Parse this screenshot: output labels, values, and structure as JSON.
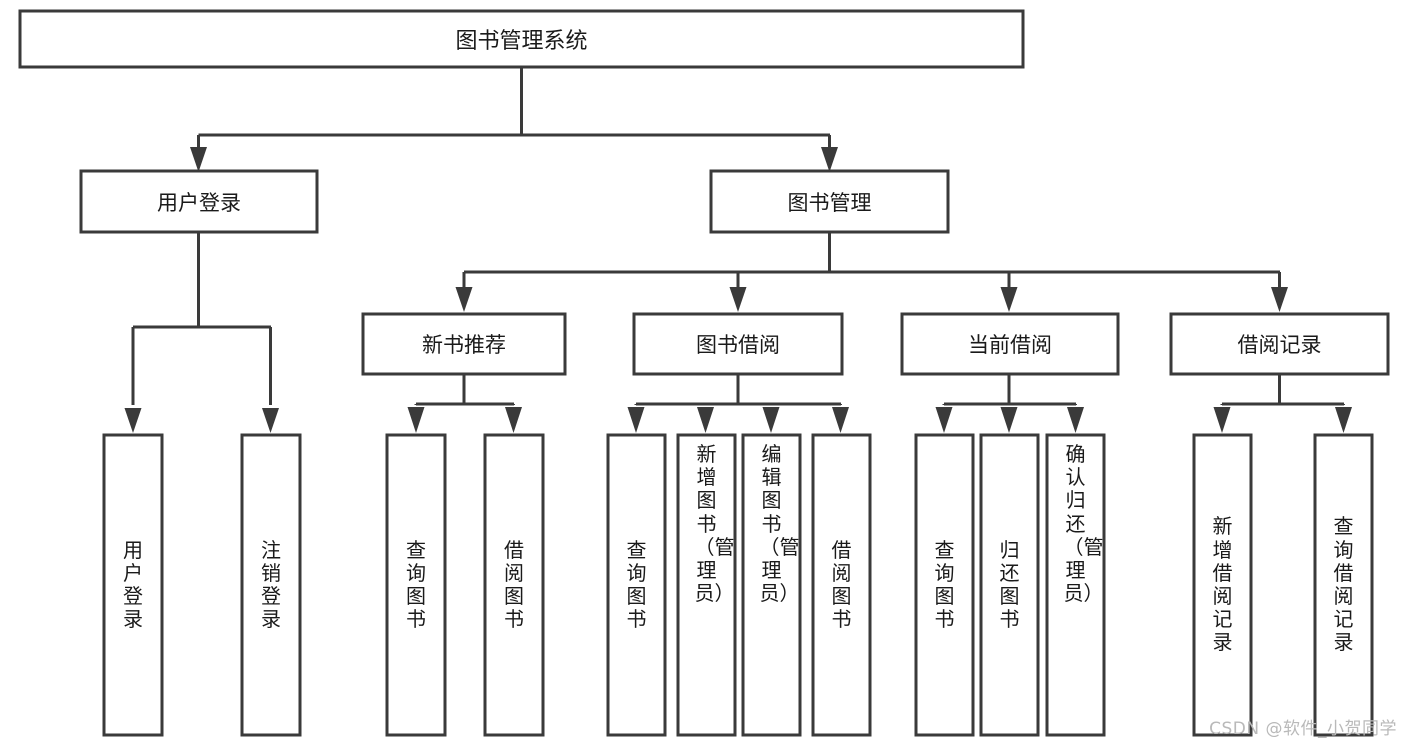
{
  "diagram": {
    "type": "tree-hierarchy",
    "title": "图书管理系统",
    "root": {
      "label": "图书管理系统"
    },
    "level2": [
      {
        "label": "用户登录"
      },
      {
        "label": "图书管理"
      }
    ],
    "level3": [
      {
        "label": "新书推荐"
      },
      {
        "label": "图书借阅"
      },
      {
        "label": "当前借阅"
      },
      {
        "label": "借阅记录"
      }
    ],
    "leaves": {
      "user_login": [
        {
          "label": "用户登录"
        },
        {
          "label": "注销登录"
        }
      ],
      "new_book_recommend": [
        {
          "label": "查询图书"
        },
        {
          "label": "借阅图书"
        }
      ],
      "book_borrow": [
        {
          "label": "查询图书"
        },
        {
          "label": "新增图书（管理员）"
        },
        {
          "label": "编辑图书（管理员）"
        },
        {
          "label": "借阅图书"
        }
      ],
      "current_borrow": [
        {
          "label": "查询图书"
        },
        {
          "label": "归还图书"
        },
        {
          "label": "确认归还（管理员）"
        }
      ],
      "borrow_record": [
        {
          "label": "新增借阅记录"
        },
        {
          "label": "查询借阅记录"
        }
      ]
    }
  },
  "watermark": {
    "text": "CSDN @软件_小贺同学"
  },
  "colors": {
    "stroke": "#3a3a3a",
    "box_fill": "#ffffff",
    "text": "#1a1a1a",
    "watermark": "#b9b9b9",
    "background": "#ffffff"
  }
}
